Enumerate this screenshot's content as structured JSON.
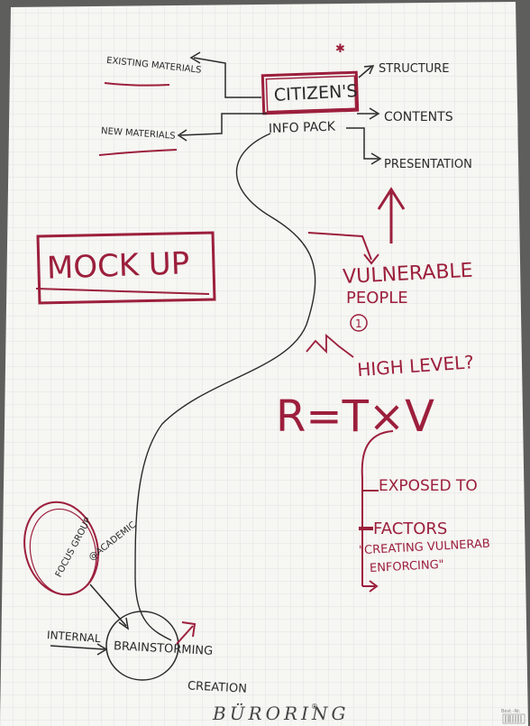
{
  "colors": {
    "paper": "#f6f6f3",
    "grid": "#dcdcdc",
    "black_ink": "#2a2a2a",
    "red_ink": "#9c1f3c",
    "table": "#5e5f5d"
  },
  "flipchart": {
    "center": {
      "line1": "CITIZEN'S",
      "line2": "INFO PACK"
    },
    "left_inputs": [
      "EXISTING MATERIALS",
      "NEW MATERIALS"
    ],
    "outputs": [
      "STRUCTURE",
      "CONTENTS",
      "PRESENTATION"
    ],
    "mock_up": "MOCK UP",
    "vulnerable": {
      "line1": "VULNERABLE",
      "line2": "PEOPLE"
    },
    "step_number": "1",
    "high_level": "HIGH LEVEL?",
    "formula": "R=T×V",
    "branches": [
      "EXPOSED TO",
      "FACTORS",
      "\"CREATING VULNERAB",
      "ENFORCING\""
    ],
    "focus_group": "FOCUS GROUP",
    "academic": "@ACADEMIC",
    "internal": "INTERNAL",
    "brainstorming": "BRAINSTORMING",
    "creation": "CREATION",
    "brand": "BÜRORING",
    "brand_mark": "®",
    "serial_label": "Best.-Nr."
  }
}
